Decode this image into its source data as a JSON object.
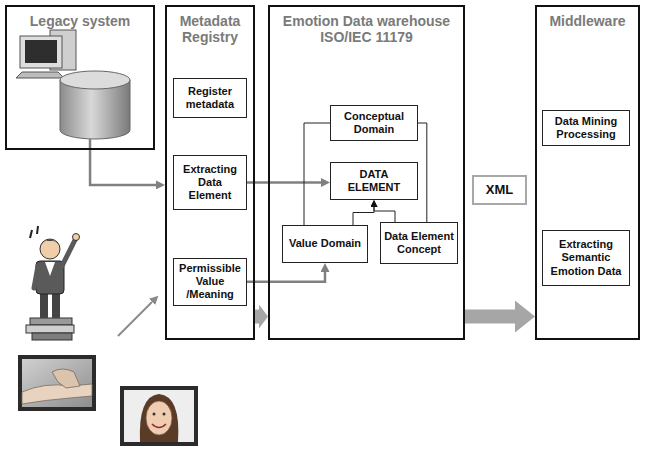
{
  "diagram": {
    "nodes": [
      {
        "text": [
          "Legacy system"
        ]
      },
      {
        "text": [
          "Metadata Registry"
        ]
      },
      {
        "text": [
          "Register metadata"
        ],
        "in": 1
      },
      {
        "text": [
          "Extracting Data Element"
        ],
        "in": 1
      },
      {
        "text": [
          "Permissible Value /Meaning"
        ],
        "in": 1
      },
      {
        "text": [
          "Emotion Data warehouse ISO/IEC 11179"
        ]
      },
      {
        "text": [
          "Conceptual Domain"
        ],
        "in": 5
      },
      {
        "text": [
          "DATA ELEMENT"
        ],
        "in": 5
      },
      {
        "text": [
          "Value Domain"
        ],
        "in": 5
      },
      {
        "text": [
          "Data Element Concept"
        ],
        "in": 5
      },
      {
        "text": [
          "XML"
        ]
      },
      {
        "text": [
          "Middleware"
        ]
      },
      {
        "text": [
          "Data Mining Processing"
        ],
        "in": 11
      },
      {
        "text": [
          "Extracting Semantic Emotion Data"
        ],
        "in": 11
      }
    ],
    "edges": [
      {
        "from": 0,
        "to": 1,
        "arrow": "to"
      },
      {
        "from": 3,
        "to": 7,
        "arrow": "to"
      },
      {
        "from": 4,
        "to": 8,
        "arrow": "to"
      },
      {
        "from": 6,
        "to": 8,
        "arrow": "none"
      },
      {
        "from": 6,
        "to": 9,
        "arrow": "none"
      },
      {
        "from": 8,
        "to": 7,
        "arrow": "to"
      },
      {
        "from": 9,
        "to": 7,
        "arrow": "to"
      },
      {
        "from": 1,
        "to": 5,
        "arrow": "to"
      },
      {
        "from": 5,
        "to": 11,
        "arrow": "to"
      }
    ]
  }
}
